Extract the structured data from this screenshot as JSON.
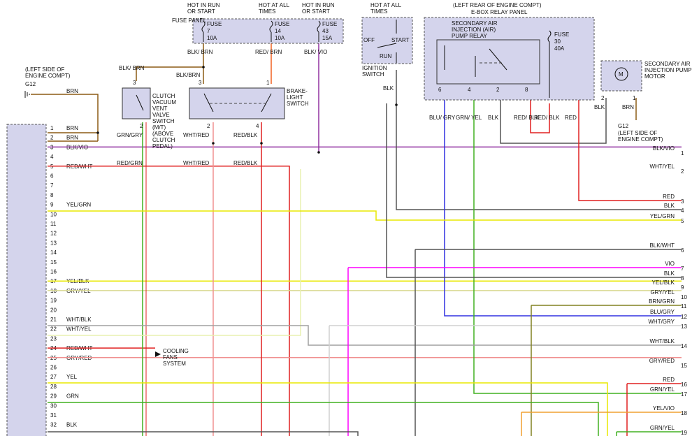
{
  "colors": {
    "brn": "#8b5a14",
    "blk": "#555555",
    "vio": "#9030a0",
    "red": "#e02020",
    "yel": "#e8e800",
    "grn": "#40b020",
    "wht": "#c8c8c8",
    "gry": "#a0a0a0",
    "blu": "#3030e0",
    "mag": "#ff00ff",
    "org": "#f0a030",
    "lime": "#d8f0a0",
    "olive": "#808020",
    "pink": "#f09090",
    "connector": "#d4d4ec"
  },
  "fuse_panel": {
    "label": "FUSE PANEL",
    "fuses": [
      {
        "hot": "HOT IN RUN OR START",
        "name": "FUSE",
        "num": "7",
        "amp": "10A"
      },
      {
        "hot": "HOT AT ALL TIMES",
        "name": "FUSE",
        "num": "14",
        "amp": "10A"
      },
      {
        "hot": "HOT IN RUN OR START",
        "name": "FUSE",
        "num": "43",
        "amp": "15A"
      }
    ],
    "wires": [
      "BLK/ BRN",
      "RED/ BRN",
      "BLK/ VIO"
    ]
  },
  "ignition": {
    "hot": "HOT AT ALL TIMES",
    "off": "OFF",
    "start": "START",
    "run": "RUN",
    "label": "IGNITION SWITCH",
    "wire": "BLK"
  },
  "relay_panel": {
    "location": "(LEFT REAR OF ENGINE COMPT)",
    "title": "E-BOX RELAY PANEL",
    "relay": "SECONDARY AIR INJECTION (AIR) PUMP RELAY",
    "fuse": {
      "name": "FUSE",
      "num": "30",
      "amp": "40A"
    },
    "pins": [
      "6",
      "4",
      "2",
      "8"
    ],
    "wires": [
      "BLU/ GRY",
      "GRN/ YEL",
      "BLK",
      "RED/ BLK",
      "RED/ BLK",
      "RED"
    ]
  },
  "motor": {
    "label": "SECONDARY AIR INJECTION PUMP MOTOR",
    "pins": [
      "2",
      "1"
    ],
    "wires": [
      "BLK",
      "BRN"
    ],
    "ground": "G12",
    "ground_loc": "(LEFT SIDE OF ENGINE COMPT)"
  },
  "ground_left": {
    "loc": "(LEFT SIDE OF ENGINE COMPT)",
    "name": "G12",
    "wire": "BRN"
  },
  "clutch": {
    "label": "CLUTCH VACUUM VENT VALVE SWITCH (M/T) (ABOVE CLUTCH PEDAL)",
    "top_wire": "BLK/ BRN",
    "pins": [
      "3",
      "2"
    ],
    "out_wire": "GRN/GRY",
    "below_wire": "RED/GRN"
  },
  "brake": {
    "label": "BRAKE- LIGHT SWITCH",
    "top_wire": "BLK/BRN",
    "pins": [
      "3",
      "1",
      "2",
      "4"
    ],
    "out_wires": [
      "WHT/RED",
      "RED/BLK"
    ],
    "below_wires": [
      "WHT/RED",
      "RED/BLK"
    ]
  },
  "cooling": "COOLING FANS SYSTEM",
  "ecm_pins": [
    {
      "n": "1",
      "w": "BRN"
    },
    {
      "n": "2",
      "w": "BRN"
    },
    {
      "n": "3",
      "w": "BLK/VIO"
    },
    {
      "n": "4",
      "w": ""
    },
    {
      "n": "5",
      "w": "RED/WHT"
    },
    {
      "n": "6",
      "w": ""
    },
    {
      "n": "7",
      "w": ""
    },
    {
      "n": "8",
      "w": ""
    },
    {
      "n": "9",
      "w": "YEL/GRN"
    },
    {
      "n": "10",
      "w": ""
    },
    {
      "n": "11",
      "w": ""
    },
    {
      "n": "12",
      "w": ""
    },
    {
      "n": "13",
      "w": ""
    },
    {
      "n": "14",
      "w": ""
    },
    {
      "n": "15",
      "w": ""
    },
    {
      "n": "16",
      "w": ""
    },
    {
      "n": "17",
      "w": "YEL/BLK"
    },
    {
      "n": "18",
      "w": "GRY/YEL"
    },
    {
      "n": "19",
      "w": ""
    },
    {
      "n": "20",
      "w": ""
    },
    {
      "n": "21",
      "w": "WHT/BLK"
    },
    {
      "n": "22",
      "w": "WHT/YEL"
    },
    {
      "n": "23",
      "w": ""
    },
    {
      "n": "24",
      "w": "RED/WHT"
    },
    {
      "n": "25",
      "w": "GRY/RED"
    },
    {
      "n": "26",
      "w": ""
    },
    {
      "n": "27",
      "w": "YEL"
    },
    {
      "n": "28",
      "w": ""
    },
    {
      "n": "29",
      "w": "GRN"
    },
    {
      "n": "30",
      "w": ""
    },
    {
      "n": "31",
      "w": ""
    },
    {
      "n": "32",
      "w": "BLK"
    }
  ],
  "right_refs": [
    {
      "n": "1",
      "w": "BLK/VIO"
    },
    {
      "n": "2",
      "w": "WHT/YEL"
    },
    {
      "n": "3",
      "w": "RED"
    },
    {
      "n": "4",
      "w": "BLK"
    },
    {
      "n": "5",
      "w": "YEL/GRN"
    },
    {
      "n": "6",
      "w": "BLK/WHT"
    },
    {
      "n": "7",
      "w": "VIO"
    },
    {
      "n": "8",
      "w": "BLK"
    },
    {
      "n": "9",
      "w": "YEL/BLK"
    },
    {
      "n": "10",
      "w": "GRY/YEL"
    },
    {
      "n": "11",
      "w": "BRN/GRN"
    },
    {
      "n": "12",
      "w": "BLU/GRY"
    },
    {
      "n": "13",
      "w": "WHT/GRY"
    },
    {
      "n": "14",
      "w": "WHT/BLK"
    },
    {
      "n": "15",
      "w": "GRY/RED"
    },
    {
      "n": "16",
      "w": "RED"
    },
    {
      "n": "17",
      "w": "GRN/YEL"
    },
    {
      "n": "18",
      "w": "YEL/VIO"
    },
    {
      "n": "19",
      "w": "GRN/YEL"
    }
  ]
}
